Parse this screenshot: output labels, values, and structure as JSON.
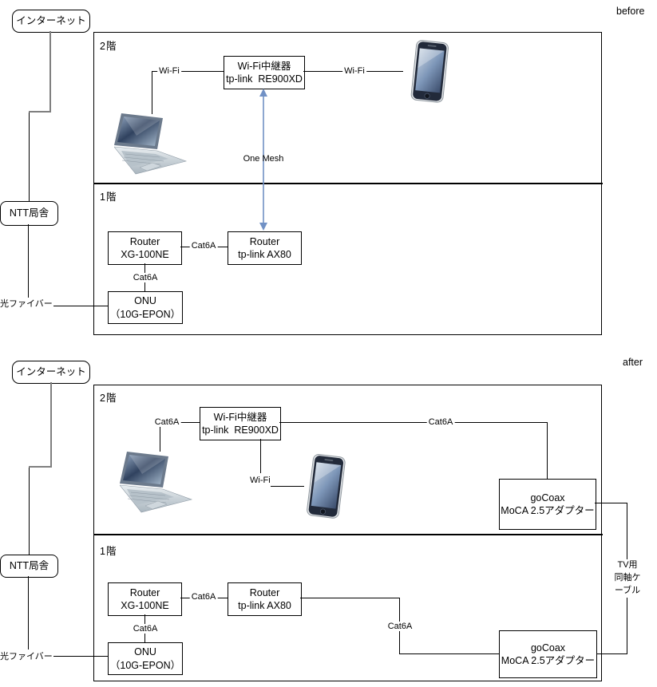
{
  "colors": {
    "line": "#000000",
    "connector_gray": "#7f7f7f",
    "arrow_blue": "#7191c5"
  },
  "icons": {
    "laptop": "laptop-image",
    "smartphone": "smartphone-image"
  },
  "before": {
    "section_label": "before",
    "internet_label": "インターネット",
    "ntt_label": "NTT局舎",
    "fiber_label": "光ファイバー",
    "floor2_label": "2階",
    "floor1_label": "1階",
    "repeater_line1": "Wi-Fi中継器",
    "repeater_line2": "tp-link  RE900XD",
    "wifi_left_label": "Wi-Fi",
    "wifi_right_label": "Wi-Fi",
    "one_mesh_label": "One Mesh",
    "router_ntt_line1": "Router",
    "router_ntt_line2": "XG-100NE",
    "router_tplink_line1": "Router",
    "router_tplink_line2": "tp-link AX80",
    "cat6a_routers_label": "Cat6A",
    "cat6a_onu_label": "Cat6A",
    "onu_line1": "ONU",
    "onu_line2": "（10G-EPON）"
  },
  "after": {
    "section_label": "after",
    "internet_label": "インターネット",
    "ntt_label": "NTT局舎",
    "fiber_label": "光ファイバー",
    "floor2_label": "2階",
    "floor1_label": "1階",
    "repeater_line1": "Wi-Fi中継器",
    "repeater_line2": "tp-link  RE900XD",
    "cat6a_laptop_label": "Cat6A",
    "cat6a_repeater_gocoax_label": "Cat6A",
    "wifi_phone_label": "Wi-Fi",
    "gocoax_2f_line1": "goCoax",
    "gocoax_2f_line2": "MoCA 2.5アダプター",
    "tv_coax_line1": "TV用",
    "tv_coax_line2": "同軸ケーブル",
    "router_ntt_line1": "Router",
    "router_ntt_line2": "XG-100NE",
    "router_tplink_line1": "Router",
    "router_tplink_line2": "tp-link AX80",
    "cat6a_routers_label": "Cat6A",
    "cat6a_onu_label": "Cat6A",
    "cat6a_ax80_gocoax_label": "Cat6A",
    "gocoax_1f_line1": "goCoax",
    "gocoax_1f_line2": "MoCA 2.5アダプター",
    "onu_line1": "ONU",
    "onu_line2": "（10G-EPON）"
  }
}
